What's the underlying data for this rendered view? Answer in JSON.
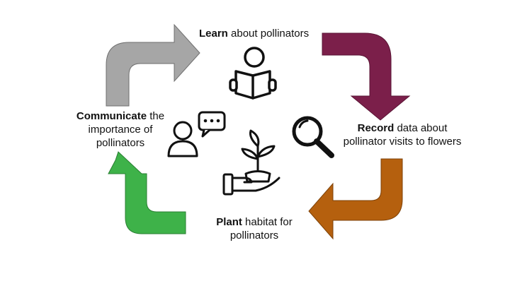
{
  "steps": {
    "learn": {
      "bold": "Learn",
      "rest": " about pollinators",
      "icon": "reader-icon",
      "arrow_color": "#a6a6a6"
    },
    "record": {
      "bold": "Record",
      "rest": " data about",
      "line2": "pollinator visits to flowers",
      "icon": "magnifier-icon",
      "arrow_color": "#7b1f4a"
    },
    "plant": {
      "bold": "Plant",
      "rest": " habitat for",
      "line2": "pollinators",
      "icon": "sprout-in-hand-icon",
      "arrow_color": "#b5600e"
    },
    "communicate": {
      "bold": "Communicate",
      "rest": " the",
      "line2": "importance of",
      "line3": "pollinators",
      "icon": "person-speech-icon",
      "arrow_color": "#3eb249"
    }
  }
}
